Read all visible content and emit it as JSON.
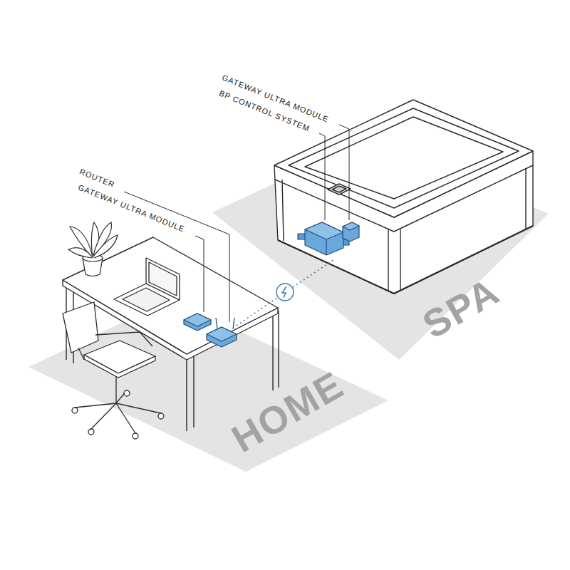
{
  "diagram": {
    "labels": [
      "GATEWAY ULTRA MODULE",
      "BP CONTROL SYSTEM",
      "ROUTER",
      "GATEWAY ULTRA MODULE",
      "SPA",
      "HOME"
    ]
  }
}
